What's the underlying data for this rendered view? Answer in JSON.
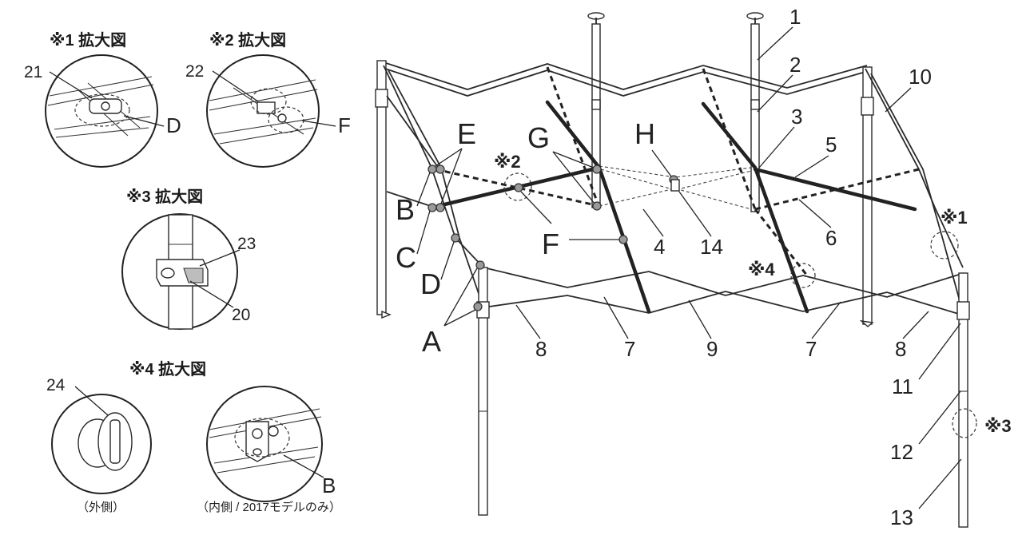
{
  "details": {
    "d1": {
      "title": "※1 拡大図",
      "part": "21",
      "joint": "D"
    },
    "d2": {
      "title": "※2 拡大図",
      "part": "22",
      "joint": "F"
    },
    "d3": {
      "title": "※3 拡大図",
      "part_top": "23",
      "part_bottom": "20"
    },
    "d4": {
      "title": "※4 拡大図",
      "part": "24",
      "joint": "B",
      "caption_outer": "（外側）",
      "caption_inner": "（内側 / 2017モデルのみ）"
    }
  },
  "main": {
    "parts": [
      "1",
      "2",
      "3",
      "5",
      "10",
      "4",
      "14",
      "6",
      "8",
      "7",
      "9",
      "7",
      "8",
      "11",
      "12",
      "13"
    ],
    "joints": {
      "A": "A",
      "B": "B",
      "C": "C",
      "D": "D",
      "E": "E",
      "F": "F",
      "G": "G",
      "H": "H"
    },
    "refs": {
      "r1": "※1",
      "r2": "※2",
      "r3": "※3",
      "r4": "※4"
    }
  }
}
